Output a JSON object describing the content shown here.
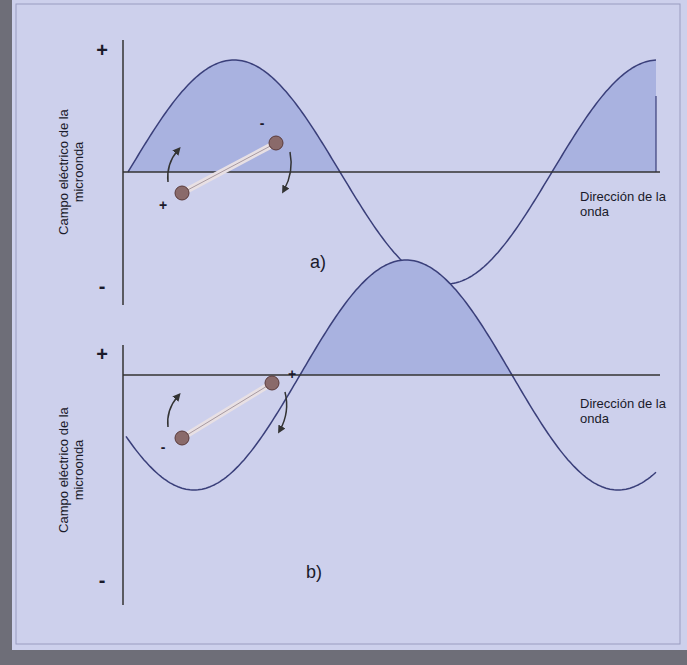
{
  "diagram": {
    "labels": [
      "+",
      "-",
      "Campo eléctrico de la microonda",
      "Dirección de la onda",
      "a)",
      "+",
      "-",
      "+",
      "-",
      "Campo eléctrico de la microonda",
      "Dirección de la onda",
      "b)",
      "-",
      "+"
    ]
  }
}
